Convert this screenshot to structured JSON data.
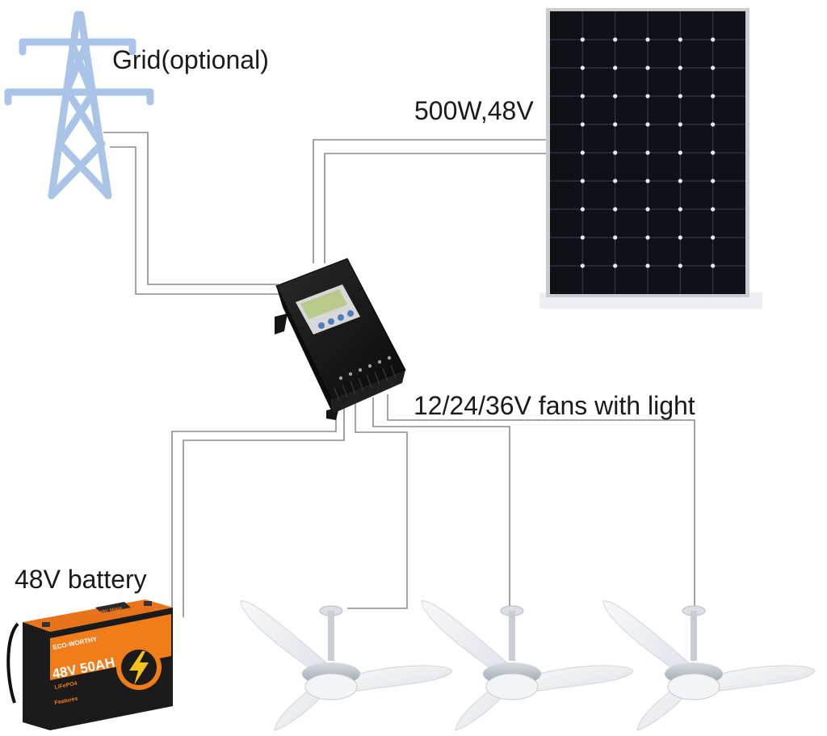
{
  "labels": {
    "grid": "Grid(optional)",
    "panel": "500W,48V",
    "fans": "12/24/36V fans with light",
    "battery": "48V battery"
  },
  "battery_face": {
    "brand": "ECO-WORTHY",
    "capacity": "48V 50AH",
    "chemistry": "LiFePO4",
    "features": "Features",
    "top_badge": "48V 50AH"
  },
  "colors": {
    "tower": "#a9c4e6",
    "wire": "#8c8c8c",
    "panel_cell": "#0f1116",
    "panel_frame": "#c9ccd1",
    "controller": "#141414",
    "lcd": "#b8c98a",
    "button": "#4a7fc0",
    "battery_orange": "#f07d1a",
    "battery_dark": "#1b1b1b",
    "fan": "#eef0f4"
  },
  "icons": [
    "power-tower-icon",
    "solar-panel-icon",
    "charge-controller-icon",
    "battery-icon",
    "lightning-bolt-icon",
    "ceiling-fan-icon"
  ]
}
